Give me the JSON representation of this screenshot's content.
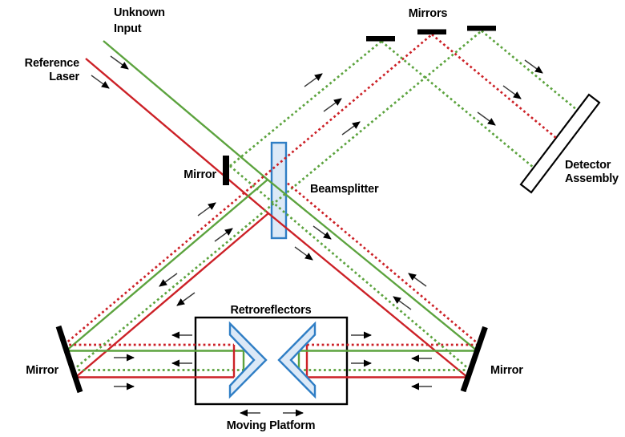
{
  "labels": {
    "unknown_input_line1": "Unknown",
    "unknown_input_line2": "Input",
    "reference_laser_line1": "Reference",
    "reference_laser_line2": "Laser",
    "mirrors_top": "Mirrors",
    "detector_line1": "Detector",
    "detector_line2": "Assembly",
    "mirror_center": "Mirror",
    "beamsplitter": "Beamsplitter",
    "retroreflectors": "Retroreflectors",
    "moving_platform": "Moving Platform",
    "mirror_bottom_left": "Mirror",
    "mirror_bottom_right": "Mirror"
  },
  "colors": {
    "unknown_beam": "#5ca33e",
    "reference_beam": "#cc2127",
    "optic_fill": "#dce9f7",
    "optic_stroke": "#2f7ec5",
    "ink": "#000000",
    "arrow_shaft": "#3a3a3a"
  },
  "legend": [
    {
      "beam": "Unknown Input",
      "color": "#5ca33e",
      "outbound_style": "solid",
      "return_style": "dotted"
    },
    {
      "beam": "Reference Laser",
      "color": "#cc2127",
      "outbound_style": "solid",
      "return_style": "dotted"
    }
  ]
}
